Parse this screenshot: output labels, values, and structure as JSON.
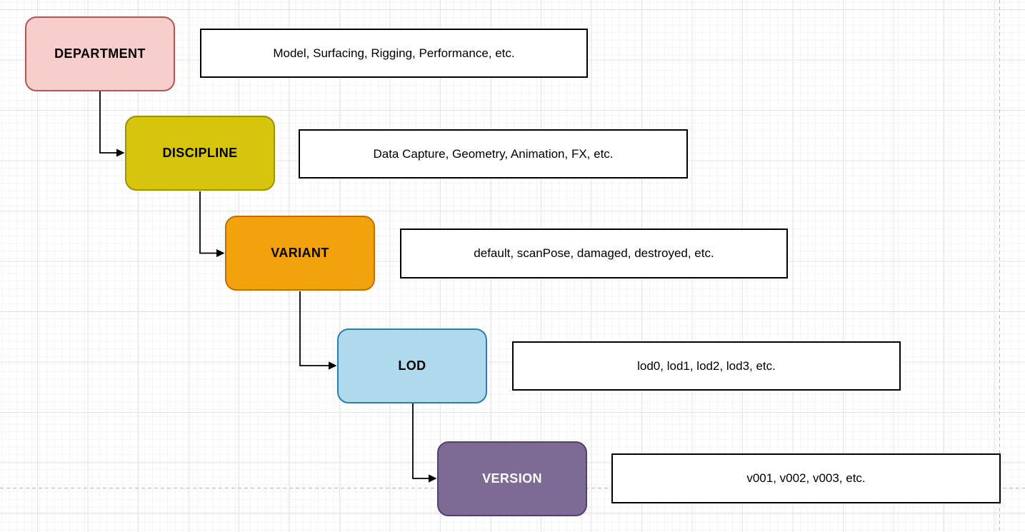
{
  "canvas": {
    "background_color": "#ffffff",
    "grid_minor_color": "#f4f4f4",
    "grid_major_color": "#e3e3e3",
    "page_boundary_color": "#b9b9b9"
  },
  "nodes": [
    {
      "id": "department",
      "label": "DEPARTMENT",
      "description": "Model, Surfacing, Rigging, Performance, etc.",
      "fill": "#F8CECC",
      "stroke": "#B85450",
      "text_color": "#000000"
    },
    {
      "id": "discipline",
      "label": "DISCIPLINE",
      "description": "Data Capture, Geometry, Animation, FX, etc.",
      "fill": "#D6C40D",
      "stroke": "#9E9000",
      "text_color": "#000000"
    },
    {
      "id": "variant",
      "label": "VARIANT",
      "description": "default, scanPose, damaged, destroyed, etc.",
      "fill": "#F2A20D",
      "stroke": "#BD7000",
      "text_color": "#000000"
    },
    {
      "id": "lod",
      "label": "LOD",
      "description": "lod0, lod1, lod2, lod3, etc.",
      "fill": "#AFD9EC",
      "stroke": "#2C7FAC",
      "text_color": "#000000"
    },
    {
      "id": "version",
      "label": "VERSION",
      "description": "v001, v002, v003, etc.",
      "fill": "#7D6B95",
      "stroke": "#53406B",
      "text_color": "#FFFFFF"
    }
  ],
  "connectors": [
    {
      "from": "DEPARTMENT",
      "to": "DISCIPLINE"
    },
    {
      "from": "DISCIPLINE",
      "to": "VARIANT"
    },
    {
      "from": "VARIANT",
      "to": "LOD"
    },
    {
      "from": "LOD",
      "to": "VERSION"
    }
  ]
}
